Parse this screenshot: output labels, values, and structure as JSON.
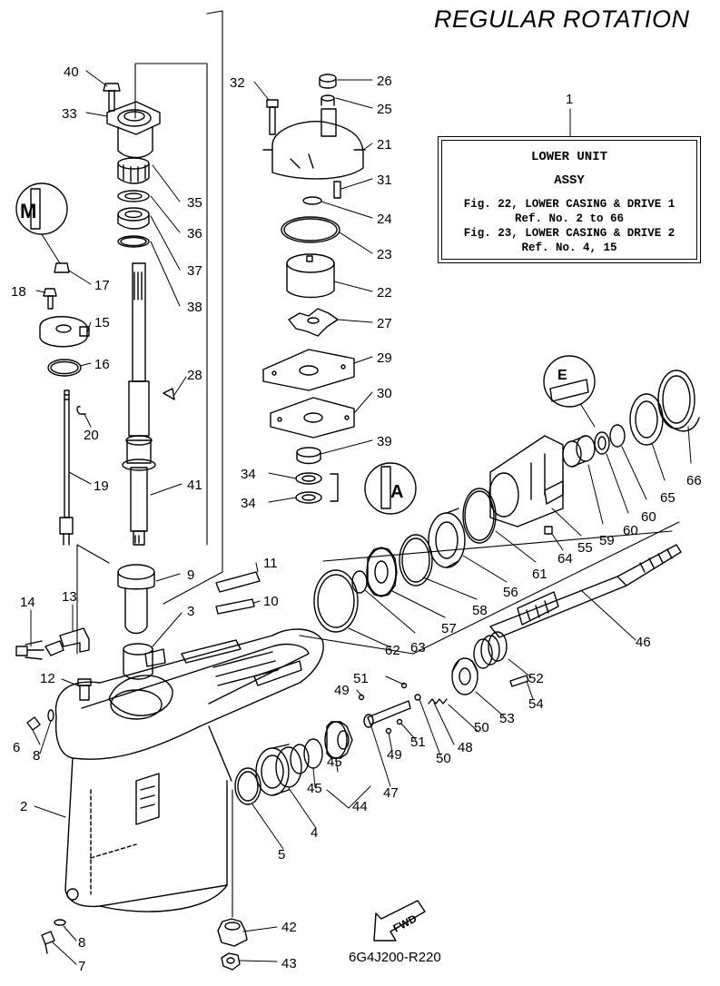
{
  "title": "REGULAR ROTATION",
  "info_box": {
    "ref": "1",
    "line1": "LOWER UNIT",
    "line2": "ASSY",
    "line3": "Fig. 22, LOWER CASING & DRIVE 1",
    "line4": "Ref. No. 2 to 66",
    "line5": "Fig. 23, LOWER CASING & DRIVE 2",
    "line6": "Ref. No. 4, 15"
  },
  "drawing_code": "6G4J200-R220",
  "fwd_label": "FWD",
  "callouts": [
    "40",
    "33",
    "35",
    "36",
    "37",
    "38",
    "17",
    "18",
    "15",
    "16",
    "20",
    "19",
    "28",
    "41",
    "9",
    "11",
    "10",
    "3",
    "14",
    "13",
    "12",
    "6",
    "8",
    "2",
    "8",
    "7",
    "32",
    "26",
    "25",
    "21",
    "31",
    "24",
    "23",
    "22",
    "27",
    "29",
    "30",
    "39",
    "34",
    "34",
    "66",
    "65",
    "60",
    "60",
    "59",
    "55",
    "64",
    "61",
    "56",
    "58",
    "57",
    "63",
    "62",
    "46",
    "54",
    "52",
    "53",
    "50",
    "48",
    "51",
    "49",
    "50",
    "51",
    "49",
    "47",
    "45",
    "45",
    "44",
    "4",
    "5",
    "42",
    "43"
  ],
  "icons": {
    "grease_m": "grease-m-icon",
    "grease_a": "grease-a-icon",
    "sealant_e": "sealant-icon"
  }
}
